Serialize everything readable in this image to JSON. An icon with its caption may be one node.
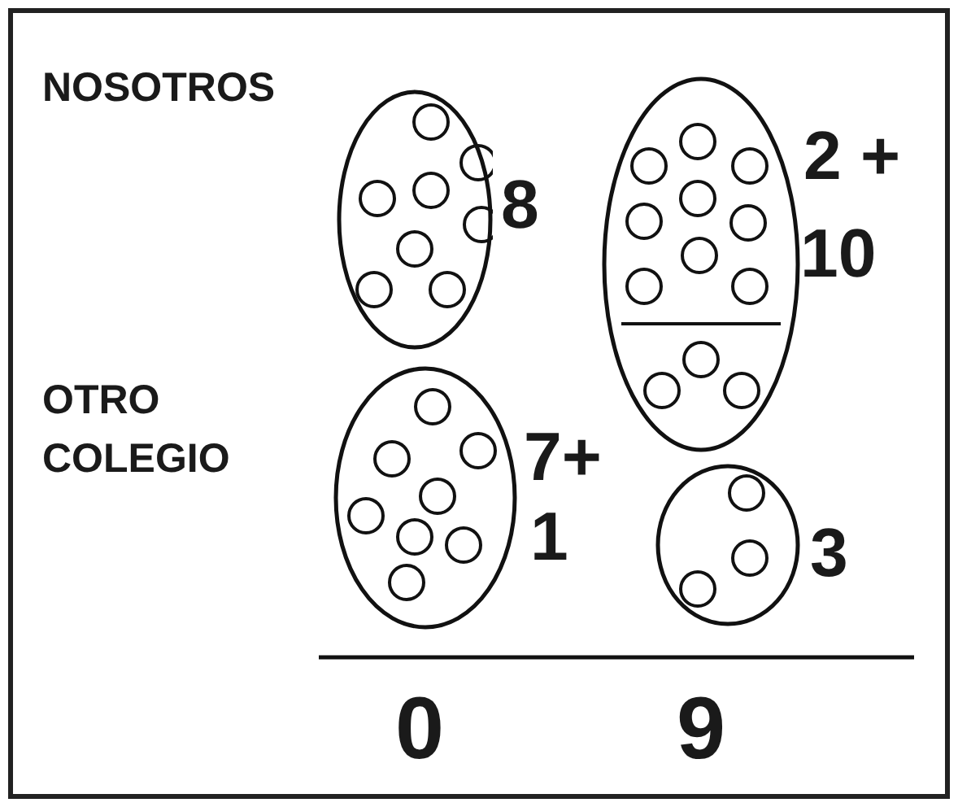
{
  "diagram": {
    "nodes": [
      {
        "text": [],
        "shape": "ellipse",
        "beside": [
          "8"
        ]
      },
      {
        "text": [],
        "shape": "ellipse",
        "beside": [
          "2 +",
          "10"
        ]
      },
      {
        "text": [],
        "shape": "ellipse",
        "beside": [
          "7+",
          "1"
        ]
      },
      {
        "text": [],
        "shape": "ellipse",
        "beside": [
          "3"
        ]
      }
    ],
    "labels": [
      "NOSOTROS",
      "OTRO COLEGIO",
      "0",
      "9"
    ]
  }
}
